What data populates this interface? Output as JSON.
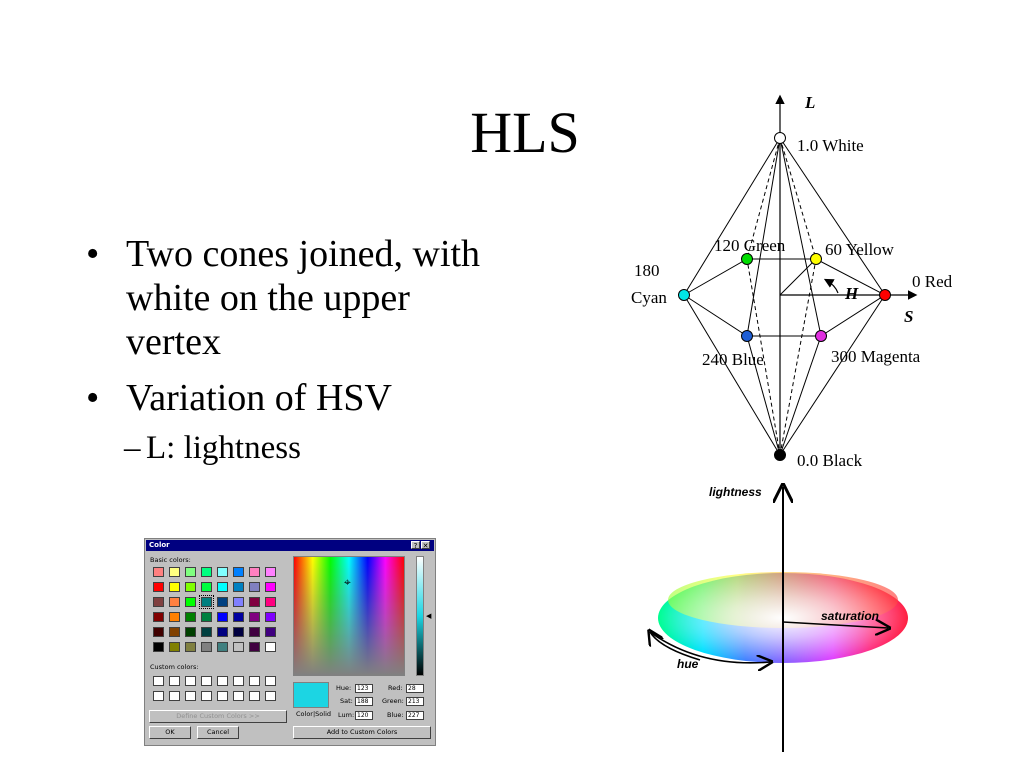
{
  "slide": {
    "title": "HLS",
    "bullets": [
      {
        "text": "Two cones joined, with white on the upper vertex"
      },
      {
        "text": "Variation of HSV"
      }
    ],
    "sub_bullets": [
      {
        "text": "L: lightness"
      }
    ]
  },
  "cone": {
    "axis_L": "L",
    "axis_H": "H",
    "axis_S": "S",
    "white_label": "1.0 White",
    "black_label": "0.0 Black",
    "green_label": "120 Green",
    "yellow_label": "60 Yellow",
    "red_label": "0 Red",
    "cyan_label_1": "180",
    "cyan_label_2": "Cyan",
    "blue_label": "240 Blue",
    "magenta_label": "300 Magenta",
    "colors": {
      "red": "#ff0000",
      "yellow": "#ffff00",
      "green": "#00dd00",
      "cyan": "#00e5e5",
      "blue": "#1f5fd6",
      "magenta": "#e030e0",
      "black": "#000000",
      "white": "#ffffff"
    }
  },
  "wheel": {
    "lightness_label": "lightness",
    "saturation_label": "saturation",
    "hue_label": "hue"
  },
  "dialog": {
    "title": "Color",
    "help_button": "?",
    "close_button": "✕",
    "basic_colors_label": "Basic colors:",
    "custom_colors_label": "Custom colors:",
    "define_button": "Define Custom Colors >>",
    "ok_button": "OK",
    "cancel_button": "Cancel",
    "add_button": "Add to Custom Colors",
    "color_solid_label": "Color|Solid",
    "hue_label": "Hue:",
    "hue_value": "123",
    "sat_label": "Sat:",
    "sat_value": "188",
    "lum_label": "Lum:",
    "lum_value": "120",
    "red_label": "Red:",
    "red_value": "28",
    "green_label": "Green:",
    "green_value": "213",
    "blue_label": "Blue:",
    "blue_value": "227",
    "selected_color": "#1cd5e3",
    "basic_colors": [
      "#ff8080",
      "#ffff80",
      "#80ff80",
      "#00ff80",
      "#80ffff",
      "#0080ff",
      "#ff80c0",
      "#ff80ff",
      "#ff0000",
      "#ffff00",
      "#80ff00",
      "#00ff40",
      "#00ffff",
      "#0080c0",
      "#8080c0",
      "#ff00ff",
      "#804040",
      "#ff8040",
      "#00ff00",
      "#008080",
      "#004080",
      "#8080ff",
      "#800040",
      "#ff0080",
      "#800000",
      "#ff8000",
      "#008000",
      "#008040",
      "#0000ff",
      "#0000a0",
      "#800080",
      "#8000ff",
      "#400000",
      "#804000",
      "#004000",
      "#004040",
      "#000080",
      "#000040",
      "#400040",
      "#400080",
      "#000000",
      "#808000",
      "#808040",
      "#808080",
      "#408080",
      "#c0c0c0",
      "#400040",
      "#ffffff"
    ],
    "selected_swatch_index": 19
  }
}
